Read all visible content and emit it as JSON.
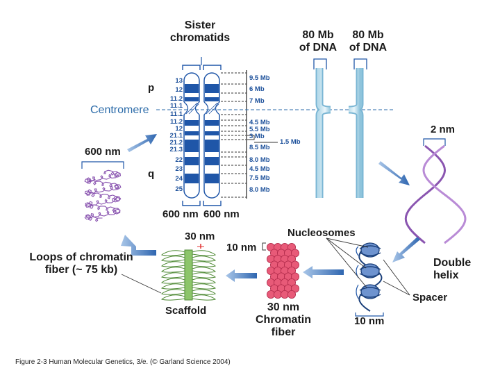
{
  "labels": {
    "sister_chromatids": [
      "Sister",
      "chromatids"
    ],
    "dna_left": [
      "80 Mb",
      "of DNA"
    ],
    "dna_right": [
      "80 Mb",
      "of DNA"
    ],
    "p_arm": "p",
    "q_arm": "q",
    "centromere": "Centromere",
    "two_nm": "2 nm",
    "double_helix": [
      "Double",
      "helix"
    ],
    "spacer": "Spacer",
    "nucleosomes": "Nucleosomes",
    "ten_nm_bottom": "10 nm",
    "ten_nm_mid": "10 nm",
    "fiber_30nm": [
      "30 nm",
      "Chromatin",
      "fiber"
    ],
    "scaffold_30nm": "30 nm",
    "scaffold": "Scaffold",
    "loops": [
      "Loops of chromatin",
      "fiber (~ 75 kb)"
    ],
    "six_hundred_nm_top": "600 nm",
    "six_hundred_left": "600 nm",
    "six_hundred_right": "600 nm",
    "one_point_five_mb": "1.5 Mb"
  },
  "bands": [
    "13",
    "12",
    "11.2",
    "11.1",
    "11.1",
    "11.2",
    "12",
    "21.1",
    "21.2",
    "21.3",
    "22",
    "23",
    "24",
    "25"
  ],
  "megabases": [
    "9.5 Mb",
    "6 Mb",
    "7 Mb",
    "4.5 Mb",
    "5.5 Mb",
    "3 Mb",
    "8.5 Mb",
    "8.0 Mb",
    "4.5 Mb",
    "7.5 Mb",
    "8.0 Mb"
  ],
  "caption": "Figure 2-3  Human Molecular Genetics, 3/e.  (© Garland Science 2004)",
  "colors": {
    "band_blue": "#1f56a8",
    "helix_purple": "#8a55b0",
    "scaffold_green": "#8cc56a",
    "fiber_pink": "#e85a78",
    "arrow_blue": "#3f74b8"
  }
}
